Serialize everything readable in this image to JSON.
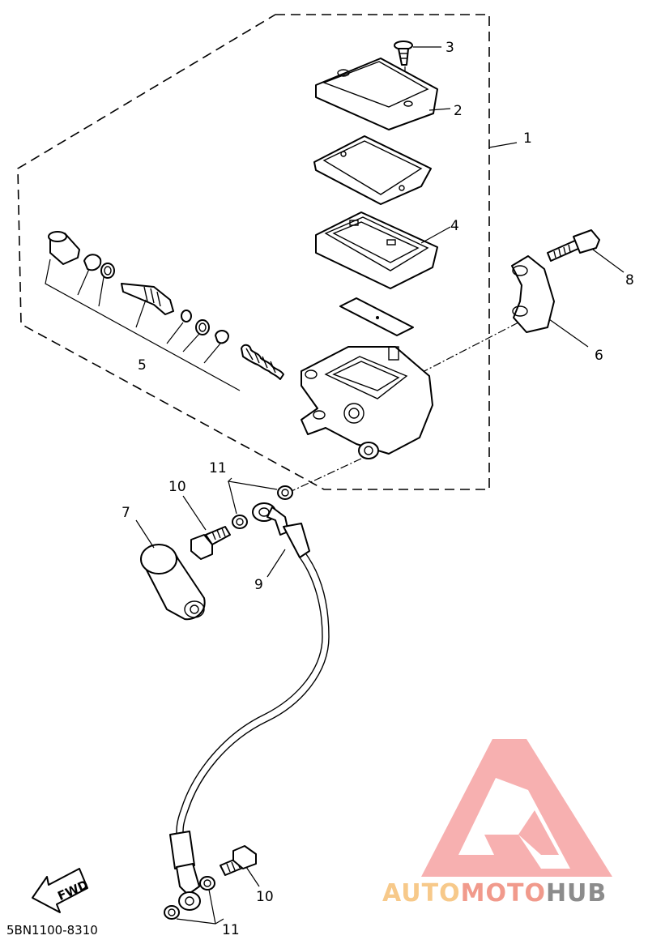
{
  "diagram": {
    "part_code": "5BN1100-8310",
    "fwd_label": "FWD",
    "callouts": {
      "c1": "1",
      "c2": "2",
      "c3": "3",
      "c4": "4",
      "c5": "5",
      "c6": "6",
      "c7": "7",
      "c8": "8",
      "c9": "9",
      "c10a": "10",
      "c10b": "10",
      "c11a": "11",
      "c11b": "11"
    }
  },
  "watermark": {
    "word_auto": "AUTO",
    "word_moto": "MOTO",
    "word_hub": "HUB",
    "colors": {
      "auto": "#f7c98a",
      "moto": "#f19a8c",
      "hub": "#8c8c8c",
      "logo": "#f6a3a3"
    }
  }
}
